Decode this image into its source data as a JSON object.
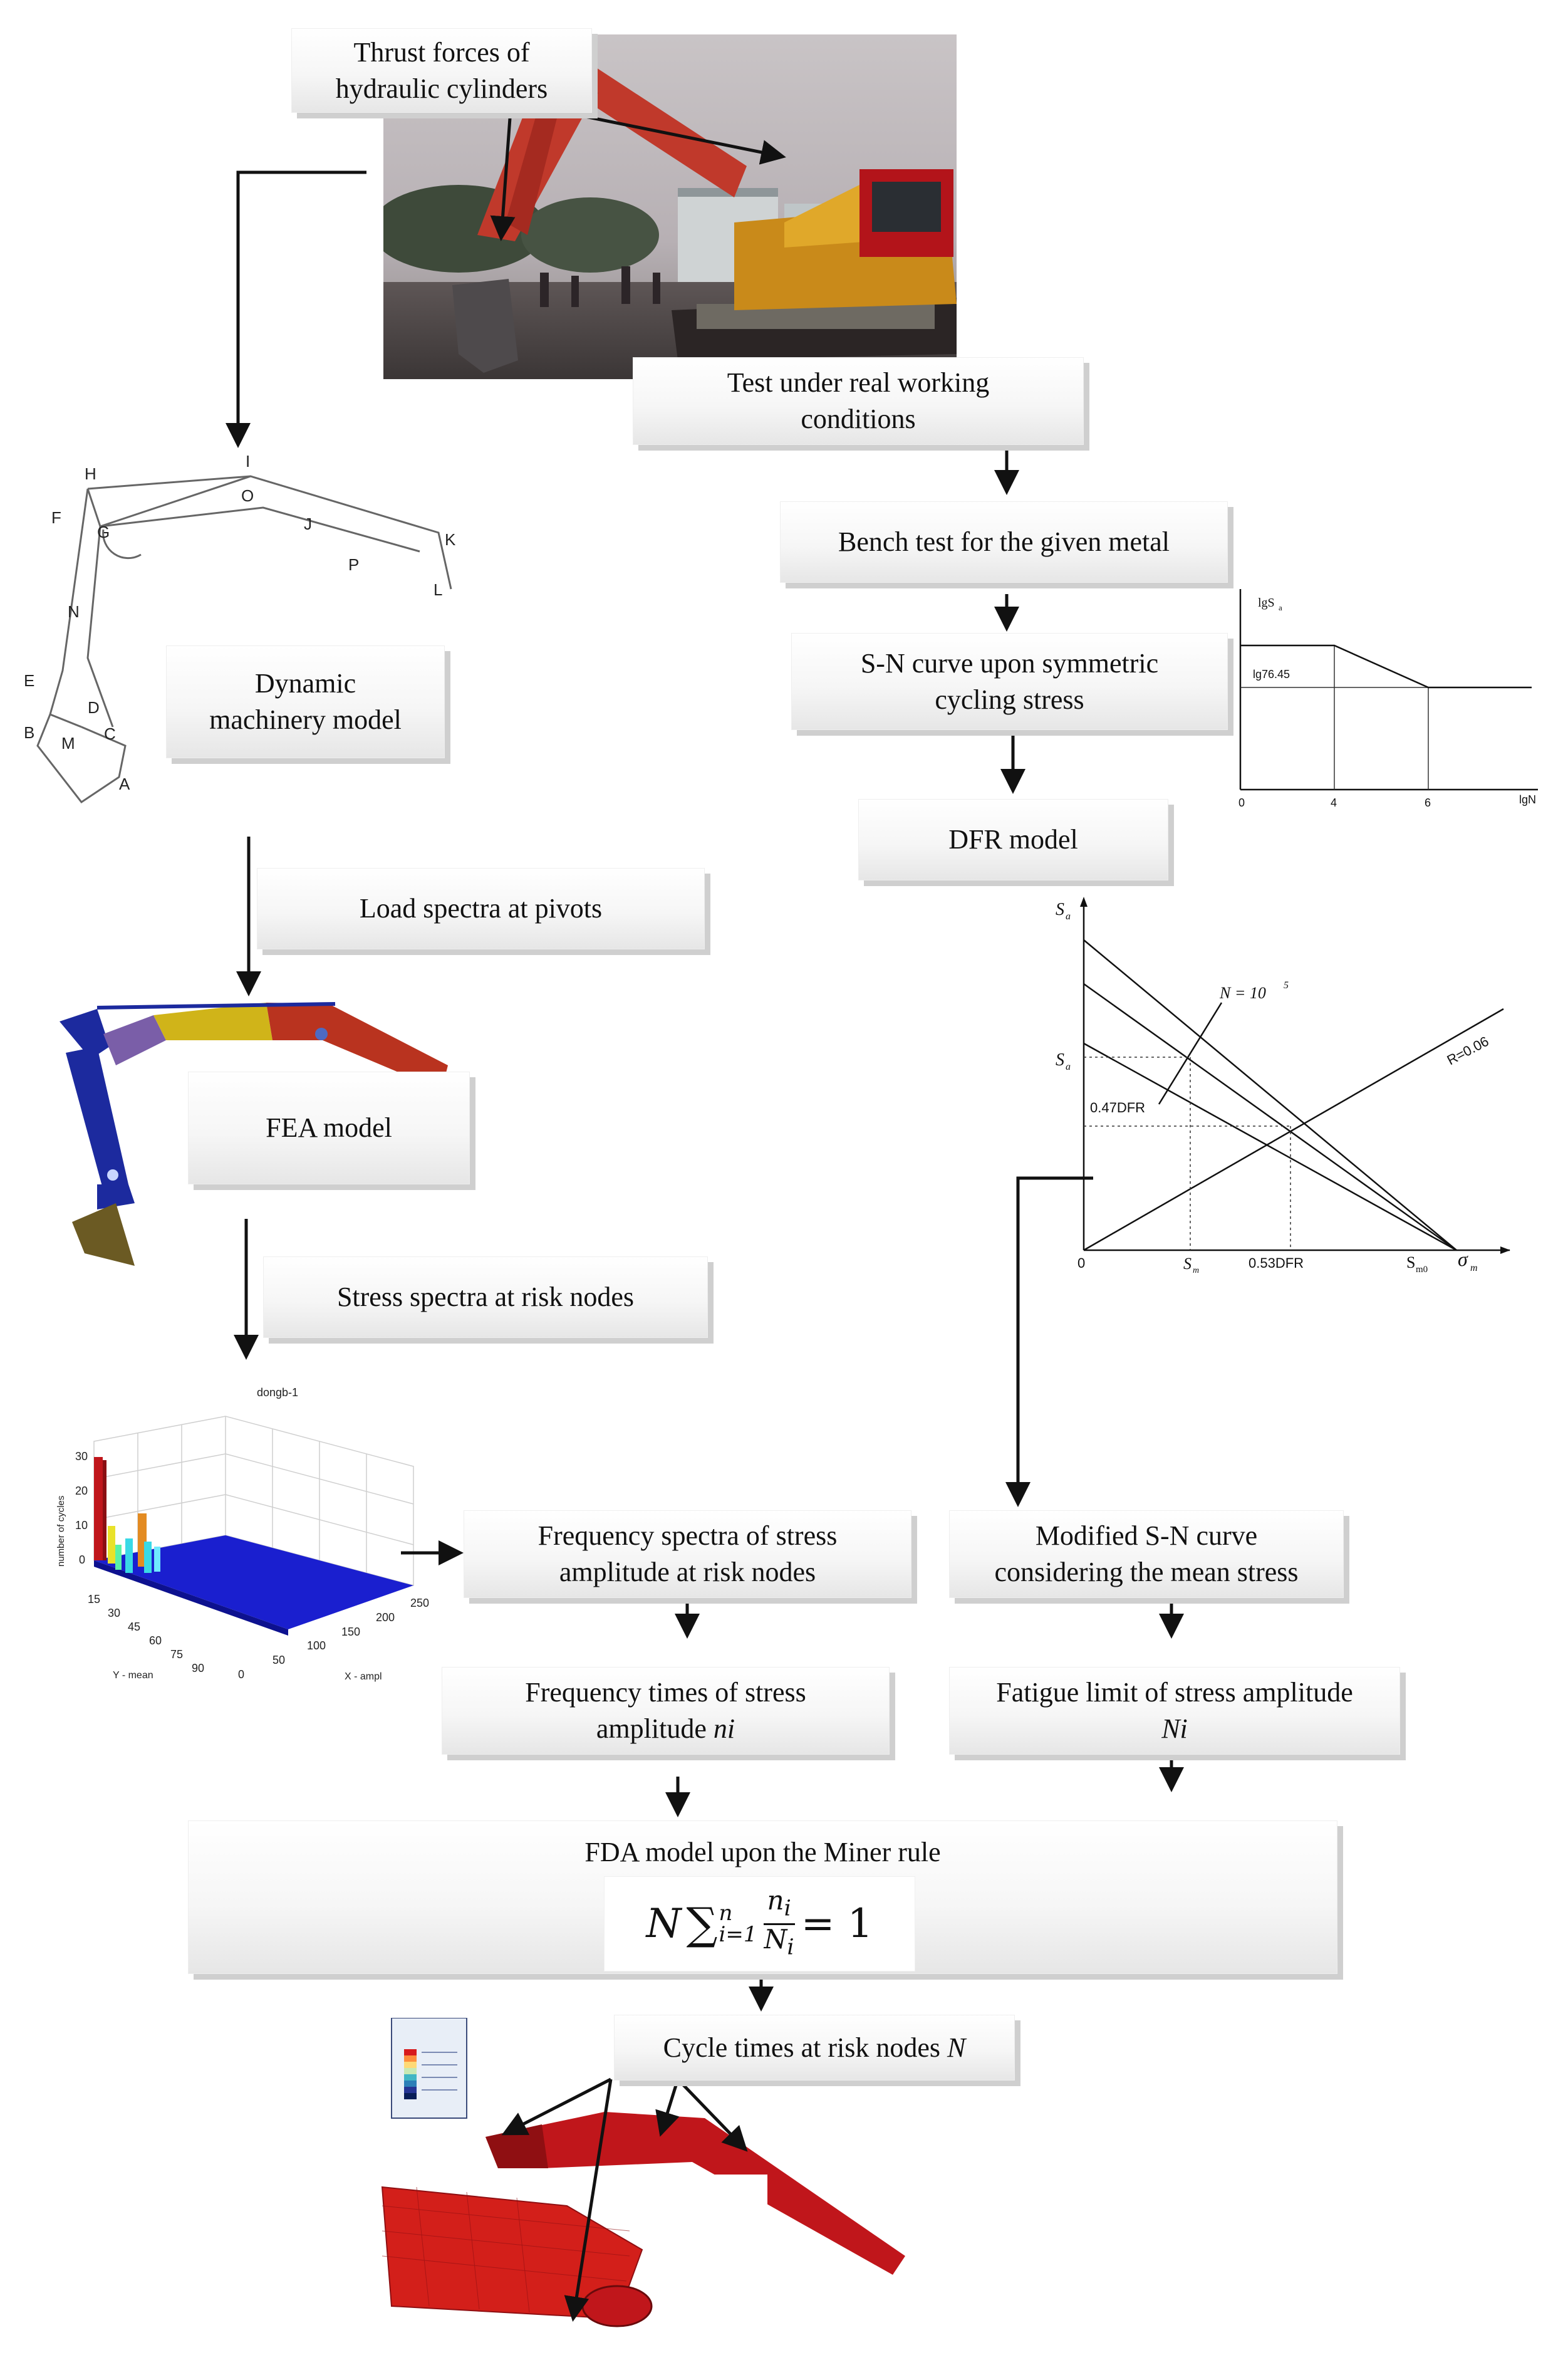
{
  "boxes": {
    "thrust": [
      "Thrust forces of",
      "hydraulic cylinders"
    ],
    "test_real": [
      "Test under real working",
      "conditions"
    ],
    "bench": "Bench test for the given metal",
    "sn_symmetric": [
      "S-N curve upon symmetric",
      "cycling stress"
    ],
    "dfr_model": "DFR model",
    "dynamic": [
      "Dynamic",
      "machinery model"
    ],
    "load_spectra": "Load spectra at pivots",
    "fea": "FEA model",
    "stress_spectra": "Stress spectra at risk nodes",
    "freq_spectra": [
      "Frequency spectra of stress",
      "amplitude at risk nodes"
    ],
    "modified_sn": [
      "Modified S-N curve",
      "considering the mean stress"
    ],
    "freq_times": [
      "Frequency times of stress",
      "amplitude "
    ],
    "freq_times_var": "ni",
    "fatigue_limit": "Fatigue limit of stress amplitude",
    "fatigue_limit_var": "Ni",
    "fda": "FDA model upon the Miner rule",
    "cycle_times": "Cycle times at risk nodes ",
    "cycle_times_var": "N"
  },
  "formula": {
    "lead": "N",
    "sum": "∑",
    "upper": "n",
    "lower": "i=1",
    "num": "n",
    "num_sub": "i",
    "den": "N",
    "den_sub": "i",
    "rhs": "= 1"
  },
  "mechanism_labels": [
    "H",
    "I",
    "F",
    "G",
    "O",
    "J",
    "K",
    "L",
    "E",
    "N",
    "D",
    "B",
    "M",
    "C",
    "A",
    "P"
  ],
  "sn_chart": {
    "type": "line",
    "ylabel": "lgS",
    "ylabel_sub": "a",
    "xlabel": "lgN",
    "y_tick": "lg76.45",
    "x_ticks": [
      "0",
      "4",
      "6"
    ]
  },
  "dfr_chart": {
    "type": "line",
    "ylabel": "S",
    "ylabel_sub": "a",
    "xlabel": "σ",
    "xlabel_sub": "m",
    "curve_label": "N = 10",
    "curve_label_sup": "5",
    "ratio_label": "R=0.06",
    "y_marks": [
      "S",
      "0.47DFR"
    ],
    "y_mark_sub": "a",
    "x_marks": [
      "0",
      "S",
      "0.53DFR",
      "S"
    ],
    "x_mark_subs": [
      "",
      "m",
      "",
      "m0"
    ]
  },
  "histogram": {
    "type": "bar",
    "title": "dongb-1",
    "zlabel": "number of cycles",
    "ylabel": "Y - mean",
    "xlabel": "X - ampl",
    "z_ticks": [
      "30",
      "20",
      "10",
      "0"
    ],
    "y_ticks": [
      "15",
      "30",
      "45",
      "60",
      "75",
      "90"
    ],
    "x_ticks": [
      "0",
      "50",
      "100",
      "150",
      "200",
      "250"
    ]
  },
  "colors": {
    "box_shadow": "#cfcfcf",
    "boom_red": "#c0161b",
    "fea_blue": "#1c2a9e",
    "hist_blue": "#1a1fcf"
  }
}
